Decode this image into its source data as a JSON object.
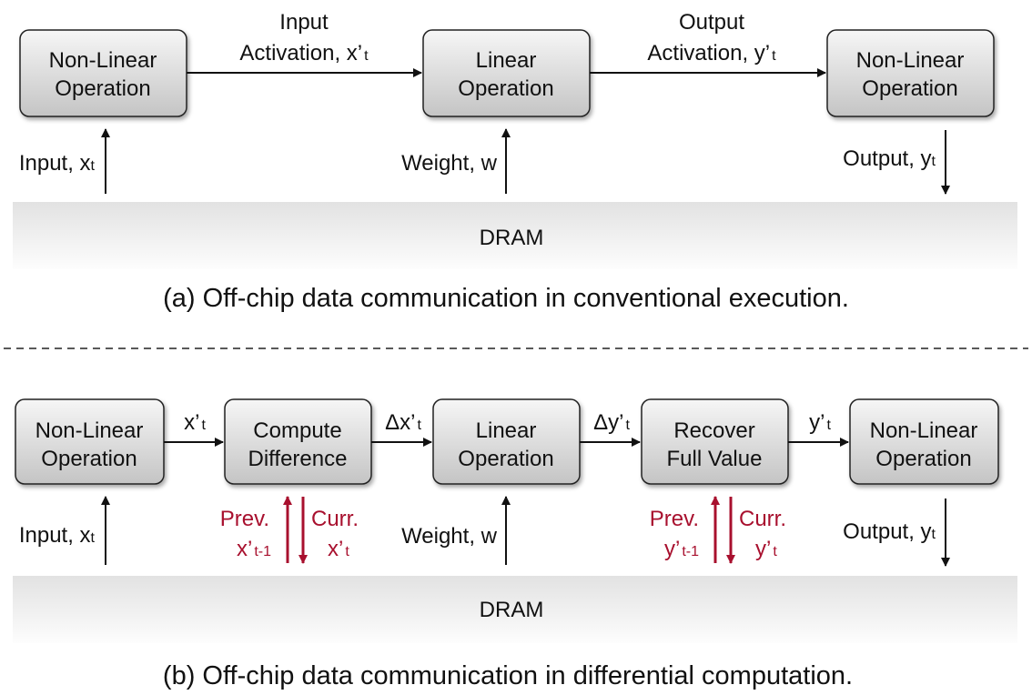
{
  "top": {
    "boxes": {
      "nonlinear_left": [
        "Non-Linear",
        "Operation"
      ],
      "linear": [
        "Linear",
        "Operation"
      ],
      "nonlinear_right": [
        "Non-Linear",
        "Operation"
      ]
    },
    "arrows": {
      "input_activation_line1": "Input",
      "input_activation_line2": "Activation, x’",
      "input_activation_sub": "t",
      "output_activation_line1": "Output",
      "output_activation_line2": "Activation, y’",
      "output_activation_sub": "t"
    },
    "vertical": {
      "input_label": "Input, x",
      "input_sub": "t",
      "weight_label": "Weight, w",
      "output_label": "Output, y",
      "output_sub": "t"
    },
    "dram_label": "DRAM",
    "caption": "(a) Off-chip data communication in conventional execution."
  },
  "bottom": {
    "boxes": {
      "nonlinear_left": [
        "Non-Linear",
        "Operation"
      ],
      "compute_difference": [
        "Compute",
        "Difference"
      ],
      "linear": [
        "Linear",
        "Operation"
      ],
      "recover_full_value": [
        "Recover",
        "Full Value"
      ],
      "nonlinear_right": [
        "Non-Linear",
        "Operation"
      ]
    },
    "arrows": {
      "x_prime_label": "x’",
      "x_prime_sub": "t",
      "delta_x_label": "Δx’",
      "delta_x_sub": "t",
      "delta_y_label": "Δy’",
      "delta_y_sub": "t",
      "y_prime_label": "y’",
      "y_prime_sub": "t"
    },
    "vertical": {
      "input_label": "Input, x",
      "input_sub": "t",
      "prev_x_line1": "Prev.",
      "prev_x_line2": "x’",
      "prev_x_sub": "t-1",
      "curr_x_line1": "Curr.",
      "curr_x_line2": "x’",
      "curr_x_sub": "t",
      "weight_label": "Weight, w",
      "prev_y_line1": "Prev.",
      "prev_y_line2": "y’",
      "prev_y_sub": "t-1",
      "curr_y_line1": "Curr.",
      "curr_y_line2": "y’",
      "curr_y_sub": "t",
      "output_label": "Output, y",
      "output_sub": "t"
    },
    "dram_label": "DRAM",
    "caption": "(b) Off-chip data communication in differential computation."
  },
  "colors": {
    "box_fill_top": "#f4f4f4",
    "box_fill_bottom": "#c9c9c9",
    "red_arrow": "#a8102e",
    "dram_fill_top": "#e6e6e6",
    "dram_fill_bottom": "#ffffff"
  }
}
